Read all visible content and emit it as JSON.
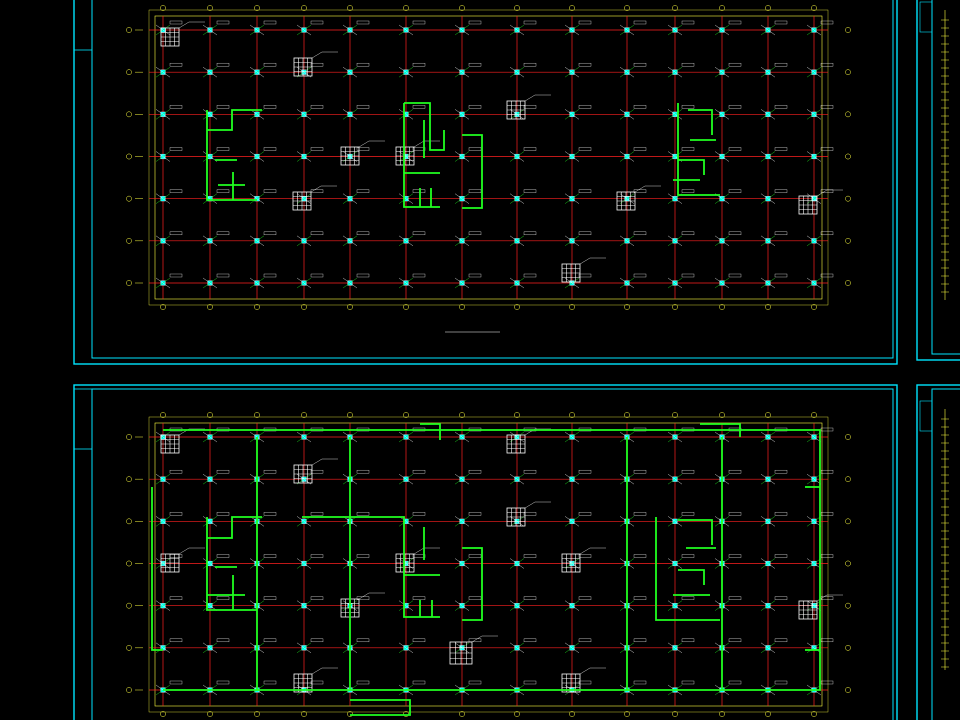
{
  "viewer": {
    "background": "#000000",
    "frame_color": "#00e5ff",
    "grid_color": "#ff2020",
    "dim_color": "#ffff40",
    "wall_color": "#20ff20",
    "column_color": "#00ffff",
    "tag_color": "#ffffff"
  },
  "sheets": [
    {
      "id": "sheet-top",
      "title": "",
      "scale": "",
      "grid_cols": 13,
      "grid_rows": 7,
      "grid_col_labels": [
        "",
        "",
        "",
        "",
        "",
        "",
        "",
        "",
        "",
        "",
        "",
        "",
        ""
      ],
      "grid_row_labels": [
        "",
        "",
        "",
        "",
        "",
        "",
        ""
      ]
    },
    {
      "id": "sheet-bottom",
      "title": "",
      "scale": "",
      "grid_cols": 13,
      "grid_rows": 7,
      "grid_col_labels": [
        "",
        "",
        "",
        "",
        "",
        "",
        "",
        "",
        "",
        "",
        "",
        "",
        ""
      ],
      "grid_row_labels": [
        "",
        "",
        "",
        "",
        "",
        "",
        ""
      ]
    }
  ]
}
